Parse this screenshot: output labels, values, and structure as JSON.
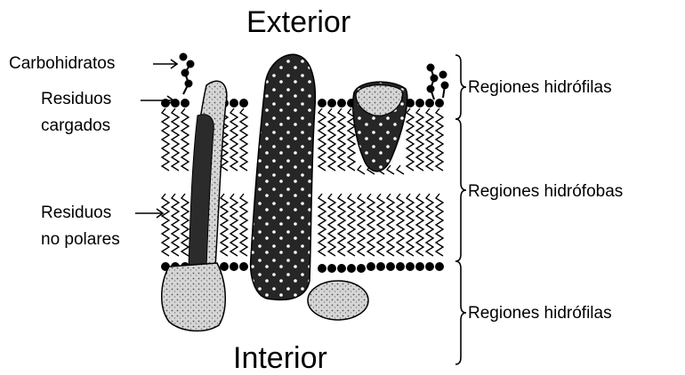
{
  "title_top": "Exterior",
  "title_bottom": "Interior",
  "labels": {
    "carbohydrates": "Carbohidratos",
    "charged_residues_line1": "Residuos",
    "charged_residues_line2": "cargados",
    "nonpolar_residues_line1": "Residuos",
    "nonpolar_residues_line2": "no polares"
  },
  "regions": {
    "hydrophilic_top": "Regiones hidrófilas",
    "hydrophobic": "Regiones hidrófobas",
    "hydrophilic_bottom": "Regiones hidrófilas"
  },
  "colors": {
    "ink": "#000000",
    "dark_protein": "#2b2b2b",
    "light_protein": "#d9d9d9",
    "background": "#ffffff"
  }
}
